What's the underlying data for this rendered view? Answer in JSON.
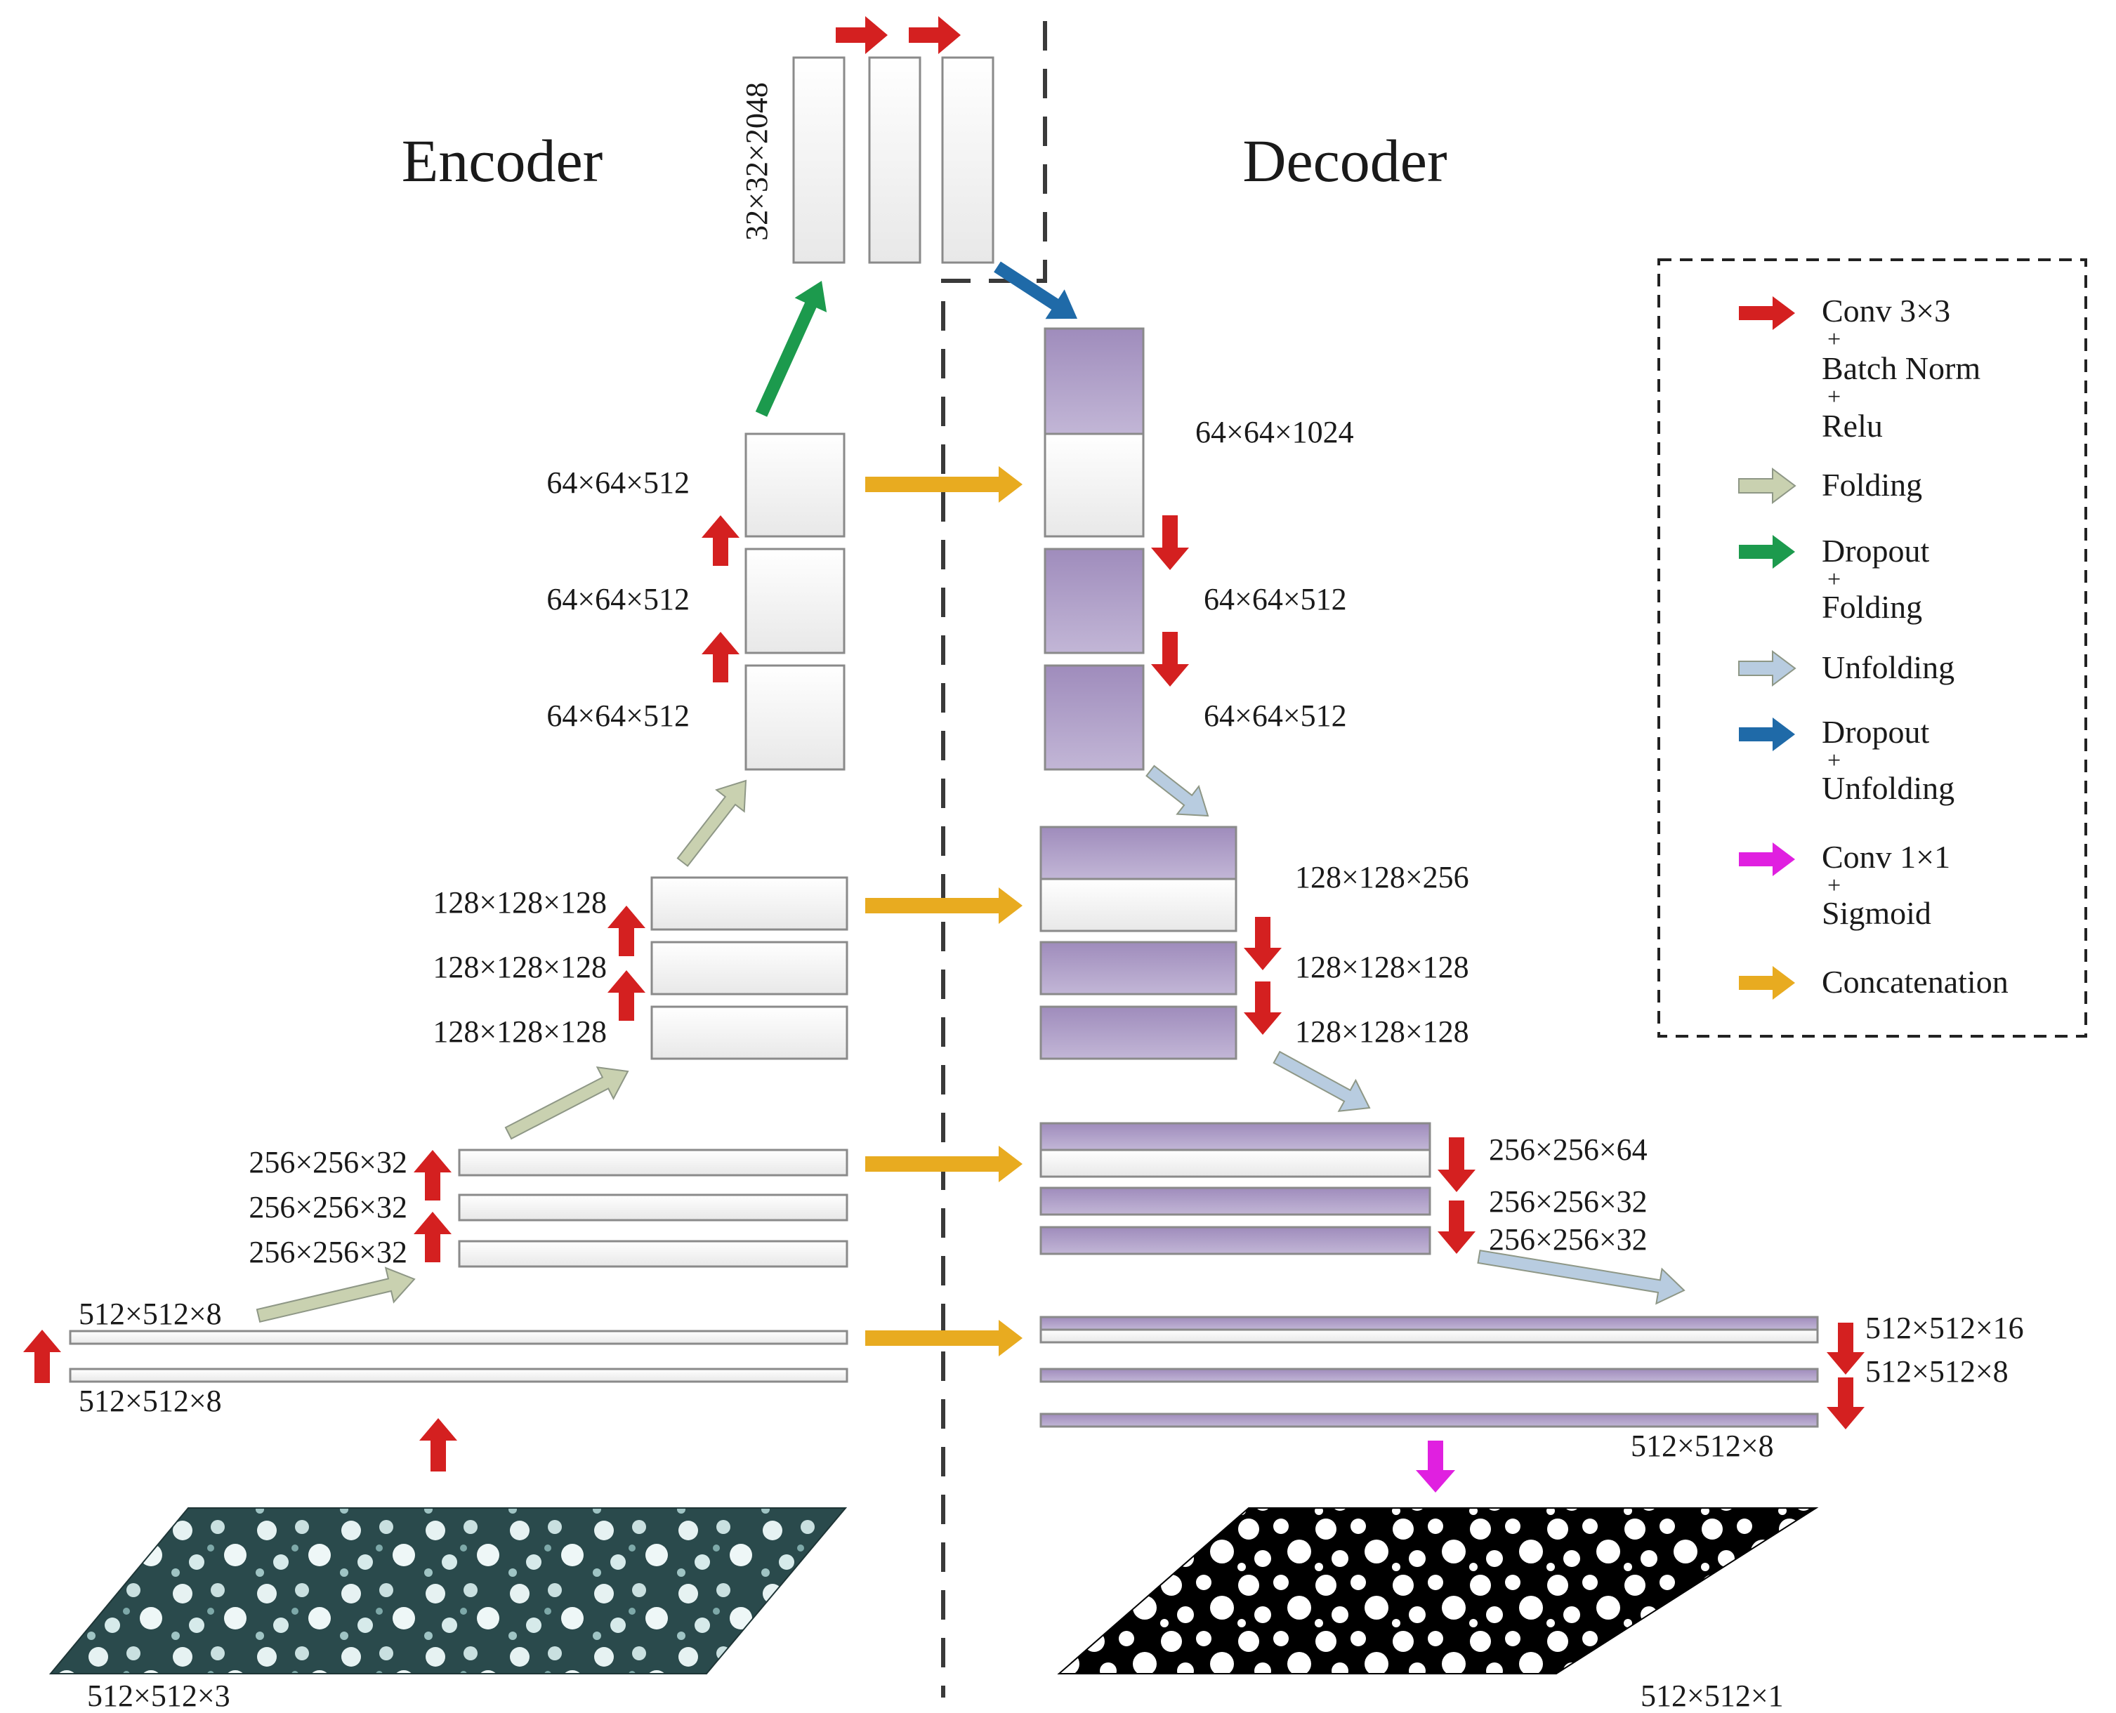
{
  "titles": {
    "encoder": "Encoder",
    "decoder": "Decoder"
  },
  "bottleneck": {
    "label": "32×32×2048"
  },
  "encoder": {
    "level64": [
      "64×64×512",
      "64×64×512",
      "64×64×512"
    ],
    "level128": [
      "128×128×128",
      "128×128×128",
      "128×128×128"
    ],
    "level256": [
      "256×256×32",
      "256×256×32",
      "256×256×32"
    ],
    "level512": [
      "512×512×8",
      "512×512×8"
    ],
    "input_label": "512×512×3"
  },
  "decoder": {
    "level64": [
      "64×64×1024",
      "64×64×512",
      "64×64×512"
    ],
    "level128": [
      "128×128×256",
      "128×128×128",
      "128×128×128"
    ],
    "level256": [
      "256×256×64",
      "256×256×32",
      "256×256×32"
    ],
    "level512": [
      "512×512×16",
      "512×512×8",
      "512×512×8"
    ],
    "output_label": "512×512×1"
  },
  "legend": {
    "conv3": {
      "lines": [
        "Conv 3×3",
        "Batch Norm",
        "Relu"
      ],
      "color": "#d42020"
    },
    "folding": {
      "lines": [
        "Folding"
      ],
      "color": "#c9d1b0"
    },
    "dropout_folding": {
      "lines": [
        "Dropout",
        "Folding"
      ],
      "color": "#1c9a4d"
    },
    "unfolding": {
      "lines": [
        "Unfolding"
      ],
      "color": "#b8cce0"
    },
    "dropout_unfolding": {
      "lines": [
        "Dropout",
        "Unfolding"
      ],
      "color": "#1f6aa8"
    },
    "conv1": {
      "lines": [
        "Conv 1×1",
        "Sigmoid"
      ],
      "color": "#e020e0"
    },
    "concat": {
      "lines": [
        "Concatenation"
      ],
      "color": "#e8ab20"
    },
    "plus": "+"
  },
  "colors": {
    "feature_map": "#b3a5c8",
    "block_fill": "#f4f4f4",
    "block_stroke": "#8a8a8a"
  }
}
